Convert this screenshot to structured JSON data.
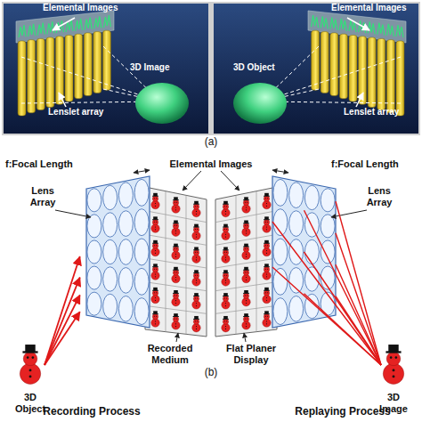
{
  "diagram": {
    "labels": [
      "Elemental Images",
      "3D Image",
      "Lenslet array",
      "Elemental Images",
      "3D Object",
      "Lenslet array",
      "(a)",
      "f:Focal Length",
      "Elemental Images",
      "f:Focal Length",
      "Lens Array",
      "Lens Array",
      "3D Object",
      "Recorded Medium",
      "Flat Planer Display",
      "3D Image",
      "(b)",
      "Recording Process",
      "Replaying Process"
    ]
  }
}
